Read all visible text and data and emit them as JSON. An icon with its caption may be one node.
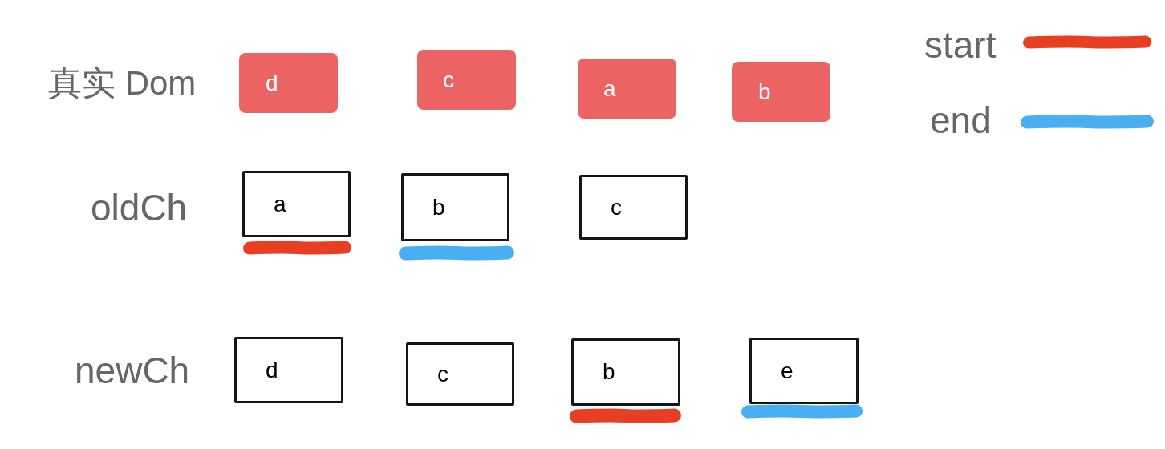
{
  "diagram": {
    "nodes": [
      {
        "text": [
          "d"
        ]
      },
      {
        "text": [
          "c"
        ]
      },
      {
        "text": [
          "a"
        ]
      },
      {
        "text": [
          "b"
        ]
      },
      {
        "text": [
          "a"
        ]
      },
      {
        "text": [
          "b"
        ]
      },
      {
        "text": [
          "c"
        ]
      },
      {
        "text": [
          "d"
        ]
      },
      {
        "text": [
          "c"
        ]
      },
      {
        "text": [
          "b"
        ]
      },
      {
        "text": [
          "e"
        ]
      }
    ],
    "edges": [],
    "labels": [
      "真实 Dom",
      "oldCh",
      "newCh"
    ],
    "legend": [
      {
        "text": "start",
        "color": "#e83e24"
      },
      {
        "text": "end",
        "color": "#4aaef2"
      }
    ]
  }
}
